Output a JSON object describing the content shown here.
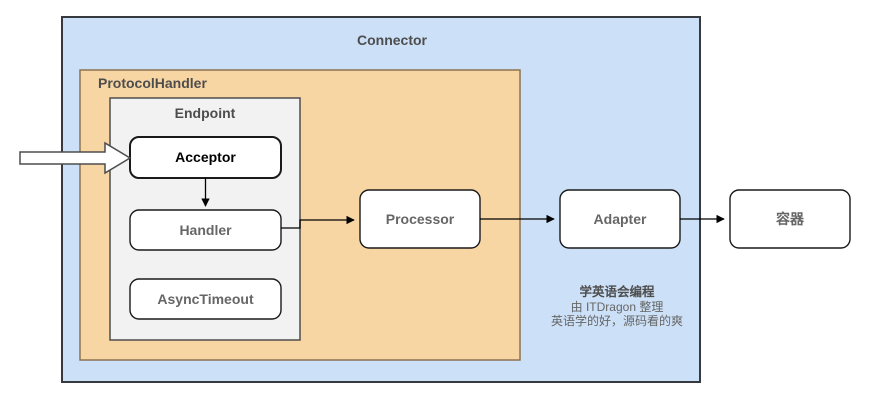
{
  "diagram": {
    "connector": {
      "label": "Connector"
    },
    "protocol_handler": {
      "label": "ProtocolHandler"
    },
    "endpoint": {
      "label": "Endpoint"
    },
    "nodes": {
      "acceptor": {
        "label": "Acceptor"
      },
      "handler": {
        "label": "Handler"
      },
      "async_timeout": {
        "label": "AsyncTimeout"
      },
      "processor": {
        "label": "Processor"
      },
      "adapter": {
        "label": "Adapter"
      },
      "container": {
        "label": "容器"
      }
    },
    "edges": [
      {
        "from": "inbound-request",
        "to": "acceptor",
        "style": "hollow-block-arrow"
      },
      {
        "from": "acceptor",
        "to": "handler",
        "style": "arrow"
      },
      {
        "from": "handler",
        "to": "processor",
        "style": "arrow"
      },
      {
        "from": "processor",
        "to": "adapter",
        "style": "arrow"
      },
      {
        "from": "adapter",
        "to": "container",
        "style": "arrow"
      }
    ],
    "note": {
      "line1": "学英语会编程",
      "line2": "由 ITDragon 整理",
      "line3": "英语学的好，源码看的爽"
    },
    "colors": {
      "connector_fill": "#cce0f7",
      "connector_stroke": "#36393d",
      "protocol_handler_fill": "#f8d6a3",
      "protocol_handler_stroke": "#8c7351",
      "endpoint_fill": "#f2f2f2",
      "endpoint_stroke": "#4d4d4d",
      "node_fill": "#ffffff",
      "node_stroke": "#1a1a1a",
      "heading_text": "#4d4d4d",
      "acceptor_text": "#000000",
      "node_text": "#666666",
      "note_text": "#666666",
      "edge_color": "#000000",
      "hollow_arrow_fill": "#ffffff",
      "hollow_arrow_stroke": "#4d4d4d"
    }
  }
}
